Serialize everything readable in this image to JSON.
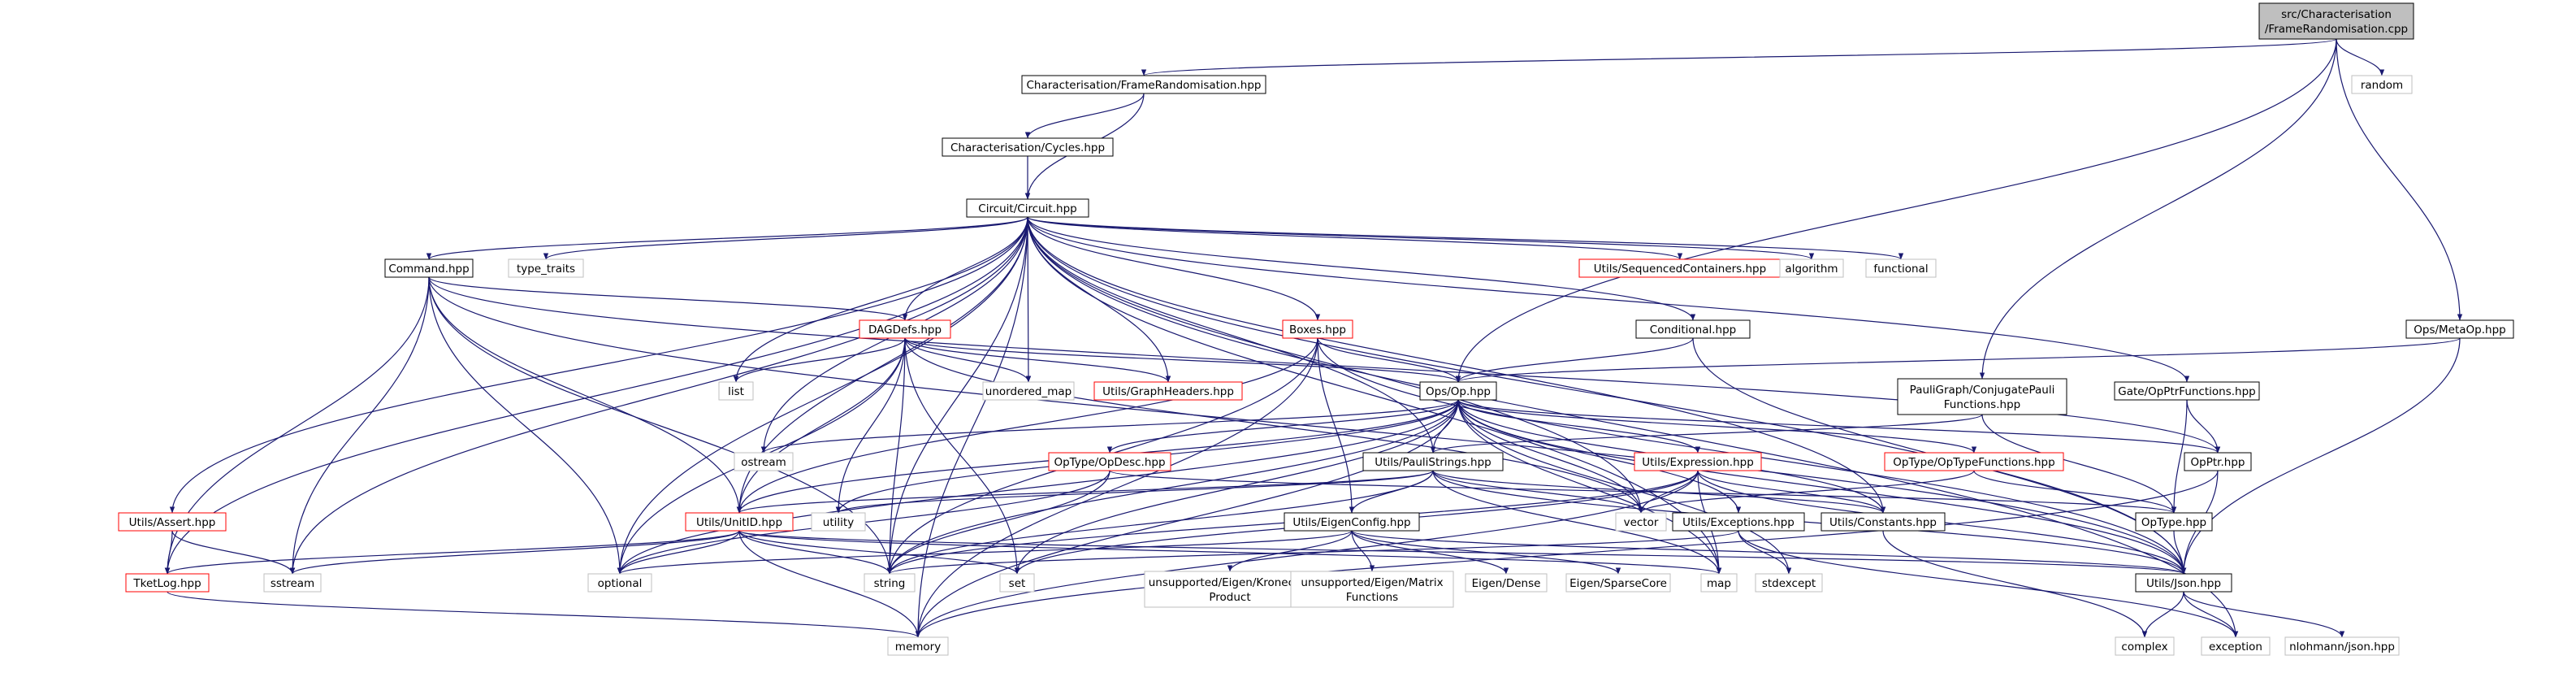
{
  "diagram": {
    "colors": {
      "edge": "#191970",
      "border_normal": "#000000",
      "border_truncated": "#ff0000",
      "border_system": "#bfbfbf",
      "fill_root": "#bfbfbf",
      "fill_node": "#ffffff"
    },
    "nodes": [
      {
        "id": "root",
        "lines": [
          "src/Characterisation",
          "/FrameRandomisation.cpp"
        ],
        "kind": "root"
      },
      {
        "id": "frhpp",
        "lines": [
          "Characterisation/FrameRandomisation.hpp"
        ],
        "kind": "normal"
      },
      {
        "id": "random",
        "lines": [
          "random"
        ],
        "kind": "system"
      },
      {
        "id": "cycles",
        "lines": [
          "Characterisation/Cycles.hpp"
        ],
        "kind": "normal"
      },
      {
        "id": "circuit",
        "lines": [
          "Circuit/Circuit.hpp"
        ],
        "kind": "normal"
      },
      {
        "id": "command",
        "lines": [
          "Command.hpp"
        ],
        "kind": "normal"
      },
      {
        "id": "type_traits",
        "lines": [
          "type_traits"
        ],
        "kind": "system"
      },
      {
        "id": "seqcont",
        "lines": [
          "Utils/SequencedContainers.hpp"
        ],
        "kind": "truncated"
      },
      {
        "id": "algorithm",
        "lines": [
          "algorithm"
        ],
        "kind": "system"
      },
      {
        "id": "functional",
        "lines": [
          "functional"
        ],
        "kind": "system"
      },
      {
        "id": "dagdefs",
        "lines": [
          "DAGDefs.hpp"
        ],
        "kind": "truncated"
      },
      {
        "id": "boxes",
        "lines": [
          "Boxes.hpp"
        ],
        "kind": "truncated"
      },
      {
        "id": "conditional",
        "lines": [
          "Conditional.hpp"
        ],
        "kind": "normal"
      },
      {
        "id": "metaop",
        "lines": [
          "Ops/MetaOp.hpp"
        ],
        "kind": "normal"
      },
      {
        "id": "list",
        "lines": [
          "list"
        ],
        "kind": "system"
      },
      {
        "id": "unordered_map",
        "lines": [
          "unordered_map"
        ],
        "kind": "system"
      },
      {
        "id": "graphheaders",
        "lines": [
          "Utils/GraphHeaders.hpp"
        ],
        "kind": "truncated"
      },
      {
        "id": "opop",
        "lines": [
          "Ops/Op.hpp"
        ],
        "kind": "normal"
      },
      {
        "id": "pauligraph",
        "lines": [
          "PauliGraph/ConjugatePauli",
          "Functions.hpp"
        ],
        "kind": "normal"
      },
      {
        "id": "opptrfunc",
        "lines": [
          "Gate/OpPtrFunctions.hpp"
        ],
        "kind": "normal"
      },
      {
        "id": "ostream",
        "lines": [
          "ostream"
        ],
        "kind": "system"
      },
      {
        "id": "opdesc",
        "lines": [
          "OpType/OpDesc.hpp"
        ],
        "kind": "truncated"
      },
      {
        "id": "paulistrings",
        "lines": [
          "Utils/PauliStrings.hpp"
        ],
        "kind": "normal"
      },
      {
        "id": "expression",
        "lines": [
          "Utils/Expression.hpp"
        ],
        "kind": "truncated"
      },
      {
        "id": "optypefunc",
        "lines": [
          "OpType/OpTypeFunctions.hpp"
        ],
        "kind": "truncated"
      },
      {
        "id": "opptr",
        "lines": [
          "OpPtr.hpp"
        ],
        "kind": "normal"
      },
      {
        "id": "assert",
        "lines": [
          "Utils/Assert.hpp"
        ],
        "kind": "truncated"
      },
      {
        "id": "unitid",
        "lines": [
          "Utils/UnitID.hpp"
        ],
        "kind": "truncated"
      },
      {
        "id": "utility",
        "lines": [
          "utility"
        ],
        "kind": "system"
      },
      {
        "id": "vector",
        "lines": [
          "vector"
        ],
        "kind": "system"
      },
      {
        "id": "constants",
        "lines": [
          "Utils/Constants.hpp"
        ],
        "kind": "normal"
      },
      {
        "id": "optype",
        "lines": [
          "OpType.hpp"
        ],
        "kind": "normal"
      },
      {
        "id": "eigenconfig",
        "lines": [
          "Utils/EigenConfig.hpp"
        ],
        "kind": "normal"
      },
      {
        "id": "exceptions",
        "lines": [
          "Utils/Exceptions.hpp"
        ],
        "kind": "normal"
      },
      {
        "id": "tketlog",
        "lines": [
          "TketLog.hpp"
        ],
        "kind": "truncated"
      },
      {
        "id": "sstream",
        "lines": [
          "sstream"
        ],
        "kind": "system"
      },
      {
        "id": "optional",
        "lines": [
          "optional"
        ],
        "kind": "system"
      },
      {
        "id": "string",
        "lines": [
          "string"
        ],
        "kind": "system"
      },
      {
        "id": "set",
        "lines": [
          "set"
        ],
        "kind": "system"
      },
      {
        "id": "kronecker",
        "lines": [
          "unsupported/Eigen/Kronecker",
          "Product"
        ],
        "kind": "system"
      },
      {
        "id": "matrixfunc",
        "lines": [
          "unsupported/Eigen/Matrix",
          "Functions"
        ],
        "kind": "system"
      },
      {
        "id": "eigendense",
        "lines": [
          "Eigen/Dense"
        ],
        "kind": "system"
      },
      {
        "id": "sparsecore",
        "lines": [
          "Eigen/SparseCore"
        ],
        "kind": "system"
      },
      {
        "id": "map",
        "lines": [
          "map"
        ],
        "kind": "system"
      },
      {
        "id": "stdexcept",
        "lines": [
          "stdexcept"
        ],
        "kind": "system"
      },
      {
        "id": "json",
        "lines": [
          "Utils/Json.hpp"
        ],
        "kind": "normal"
      },
      {
        "id": "memory",
        "lines": [
          "memory"
        ],
        "kind": "system"
      },
      {
        "id": "complex",
        "lines": [
          "complex"
        ],
        "kind": "system"
      },
      {
        "id": "exception",
        "lines": [
          "exception"
        ],
        "kind": "system"
      },
      {
        "id": "nlohmann",
        "lines": [
          "nlohmann/json.hpp"
        ],
        "kind": "system"
      }
    ],
    "edges": [
      [
        "root",
        "frhpp"
      ],
      [
        "root",
        "random"
      ],
      [
        "root",
        "metaop"
      ],
      [
        "root",
        "opop"
      ],
      [
        "root",
        "pauligraph"
      ],
      [
        "frhpp",
        "cycles"
      ],
      [
        "frhpp",
        "circuit"
      ],
      [
        "cycles",
        "circuit"
      ],
      [
        "circuit",
        "command"
      ],
      [
        "circuit",
        "type_traits"
      ],
      [
        "circuit",
        "seqcont"
      ],
      [
        "circuit",
        "algorithm"
      ],
      [
        "circuit",
        "functional"
      ],
      [
        "circuit",
        "dagdefs"
      ],
      [
        "circuit",
        "boxes"
      ],
      [
        "circuit",
        "conditional"
      ],
      [
        "circuit",
        "opptrfunc"
      ],
      [
        "circuit",
        "list"
      ],
      [
        "circuit",
        "unordered_map"
      ],
      [
        "circuit",
        "graphheaders"
      ],
      [
        "circuit",
        "ostream"
      ],
      [
        "circuit",
        "assert"
      ],
      [
        "circuit",
        "unitid"
      ],
      [
        "circuit",
        "tketlog"
      ],
      [
        "circuit",
        "sstream"
      ],
      [
        "circuit",
        "optional"
      ],
      [
        "circuit",
        "string"
      ],
      [
        "circuit",
        "vector"
      ],
      [
        "circuit",
        "map"
      ],
      [
        "circuit",
        "memory"
      ],
      [
        "circuit",
        "json"
      ],
      [
        "circuit",
        "exception"
      ],
      [
        "circuit",
        "constants"
      ],
      [
        "circuit",
        "paulistrings"
      ],
      [
        "command",
        "dagdefs"
      ],
      [
        "command",
        "unitid"
      ],
      [
        "command",
        "opptr"
      ],
      [
        "command",
        "tketlog"
      ],
      [
        "command",
        "sstream"
      ],
      [
        "command",
        "optional"
      ],
      [
        "command",
        "string"
      ],
      [
        "command",
        "json"
      ],
      [
        "dagdefs",
        "list"
      ],
      [
        "dagdefs",
        "unordered_map"
      ],
      [
        "dagdefs",
        "graphheaders"
      ],
      [
        "dagdefs",
        "opop"
      ],
      [
        "dagdefs",
        "unitid"
      ],
      [
        "dagdefs",
        "utility"
      ],
      [
        "dagdefs",
        "vector"
      ],
      [
        "dagdefs",
        "set"
      ],
      [
        "dagdefs",
        "optional"
      ],
      [
        "dagdefs",
        "string"
      ],
      [
        "boxes",
        "opop"
      ],
      [
        "boxes",
        "eigenconfig"
      ],
      [
        "boxes",
        "string"
      ],
      [
        "boxes",
        "memory"
      ],
      [
        "boxes",
        "json"
      ],
      [
        "boxes",
        "unitid"
      ],
      [
        "conditional",
        "opop"
      ],
      [
        "conditional",
        "json"
      ],
      [
        "metaop",
        "opop"
      ],
      [
        "metaop",
        "json"
      ],
      [
        "pauligraph",
        "paulistrings"
      ],
      [
        "pauligraph",
        "optype"
      ],
      [
        "opptrfunc",
        "opptr"
      ],
      [
        "opptrfunc",
        "optype"
      ],
      [
        "opop",
        "ostream"
      ],
      [
        "opop",
        "opdesc"
      ],
      [
        "opop",
        "paulistrings"
      ],
      [
        "opop",
        "expression"
      ],
      [
        "opop",
        "optypefunc"
      ],
      [
        "opop",
        "opptr"
      ],
      [
        "opop",
        "unitid"
      ],
      [
        "opop",
        "utility"
      ],
      [
        "opop",
        "vector"
      ],
      [
        "opop",
        "constants"
      ],
      [
        "opop",
        "exceptions"
      ],
      [
        "opop",
        "json"
      ],
      [
        "opop",
        "set"
      ],
      [
        "opop",
        "string"
      ],
      [
        "opop",
        "memory"
      ],
      [
        "opop",
        "stdexcept"
      ],
      [
        "opop",
        "optional"
      ],
      [
        "opop",
        "map"
      ],
      [
        "opdesc",
        "optype"
      ],
      [
        "opdesc",
        "optional"
      ],
      [
        "opdesc",
        "string"
      ],
      [
        "paulistrings",
        "unitid"
      ],
      [
        "paulistrings",
        "eigenconfig"
      ],
      [
        "paulistrings",
        "constants"
      ],
      [
        "paulistrings",
        "json"
      ],
      [
        "paulistrings",
        "utility"
      ],
      [
        "paulistrings",
        "vector"
      ],
      [
        "paulistrings",
        "map"
      ],
      [
        "paulistrings",
        "string"
      ],
      [
        "expression",
        "constants"
      ],
      [
        "expression",
        "json"
      ],
      [
        "expression",
        "set"
      ],
      [
        "expression",
        "vector"
      ],
      [
        "expression",
        "map"
      ],
      [
        "expression",
        "memory"
      ],
      [
        "expression",
        "string"
      ],
      [
        "optypefunc",
        "optype"
      ],
      [
        "optypefunc",
        "vector"
      ],
      [
        "opptr",
        "json"
      ],
      [
        "opptr",
        "memory"
      ],
      [
        "optype",
        "json"
      ],
      [
        "assert",
        "tketlog"
      ],
      [
        "assert",
        "sstream"
      ],
      [
        "unitid",
        "tketlog"
      ],
      [
        "unitid",
        "sstream"
      ],
      [
        "unitid",
        "optional"
      ],
      [
        "unitid",
        "string"
      ],
      [
        "unitid",
        "set"
      ],
      [
        "unitid",
        "json"
      ],
      [
        "unitid",
        "memory"
      ],
      [
        "unitid",
        "map"
      ],
      [
        "constants",
        "complex"
      ],
      [
        "eigenconfig",
        "kronecker"
      ],
      [
        "eigenconfig",
        "matrixfunc"
      ],
      [
        "eigenconfig",
        "eigendense"
      ],
      [
        "eigenconfig",
        "sparsecore"
      ],
      [
        "eigenconfig",
        "json"
      ],
      [
        "eigenconfig",
        "optional"
      ],
      [
        "exceptions",
        "stdexcept"
      ],
      [
        "exceptions",
        "exception"
      ],
      [
        "exceptions",
        "string"
      ],
      [
        "tketlog",
        "memory"
      ],
      [
        "json",
        "complex"
      ],
      [
        "json",
        "exception"
      ],
      [
        "json",
        "nlohmann"
      ]
    ]
  }
}
